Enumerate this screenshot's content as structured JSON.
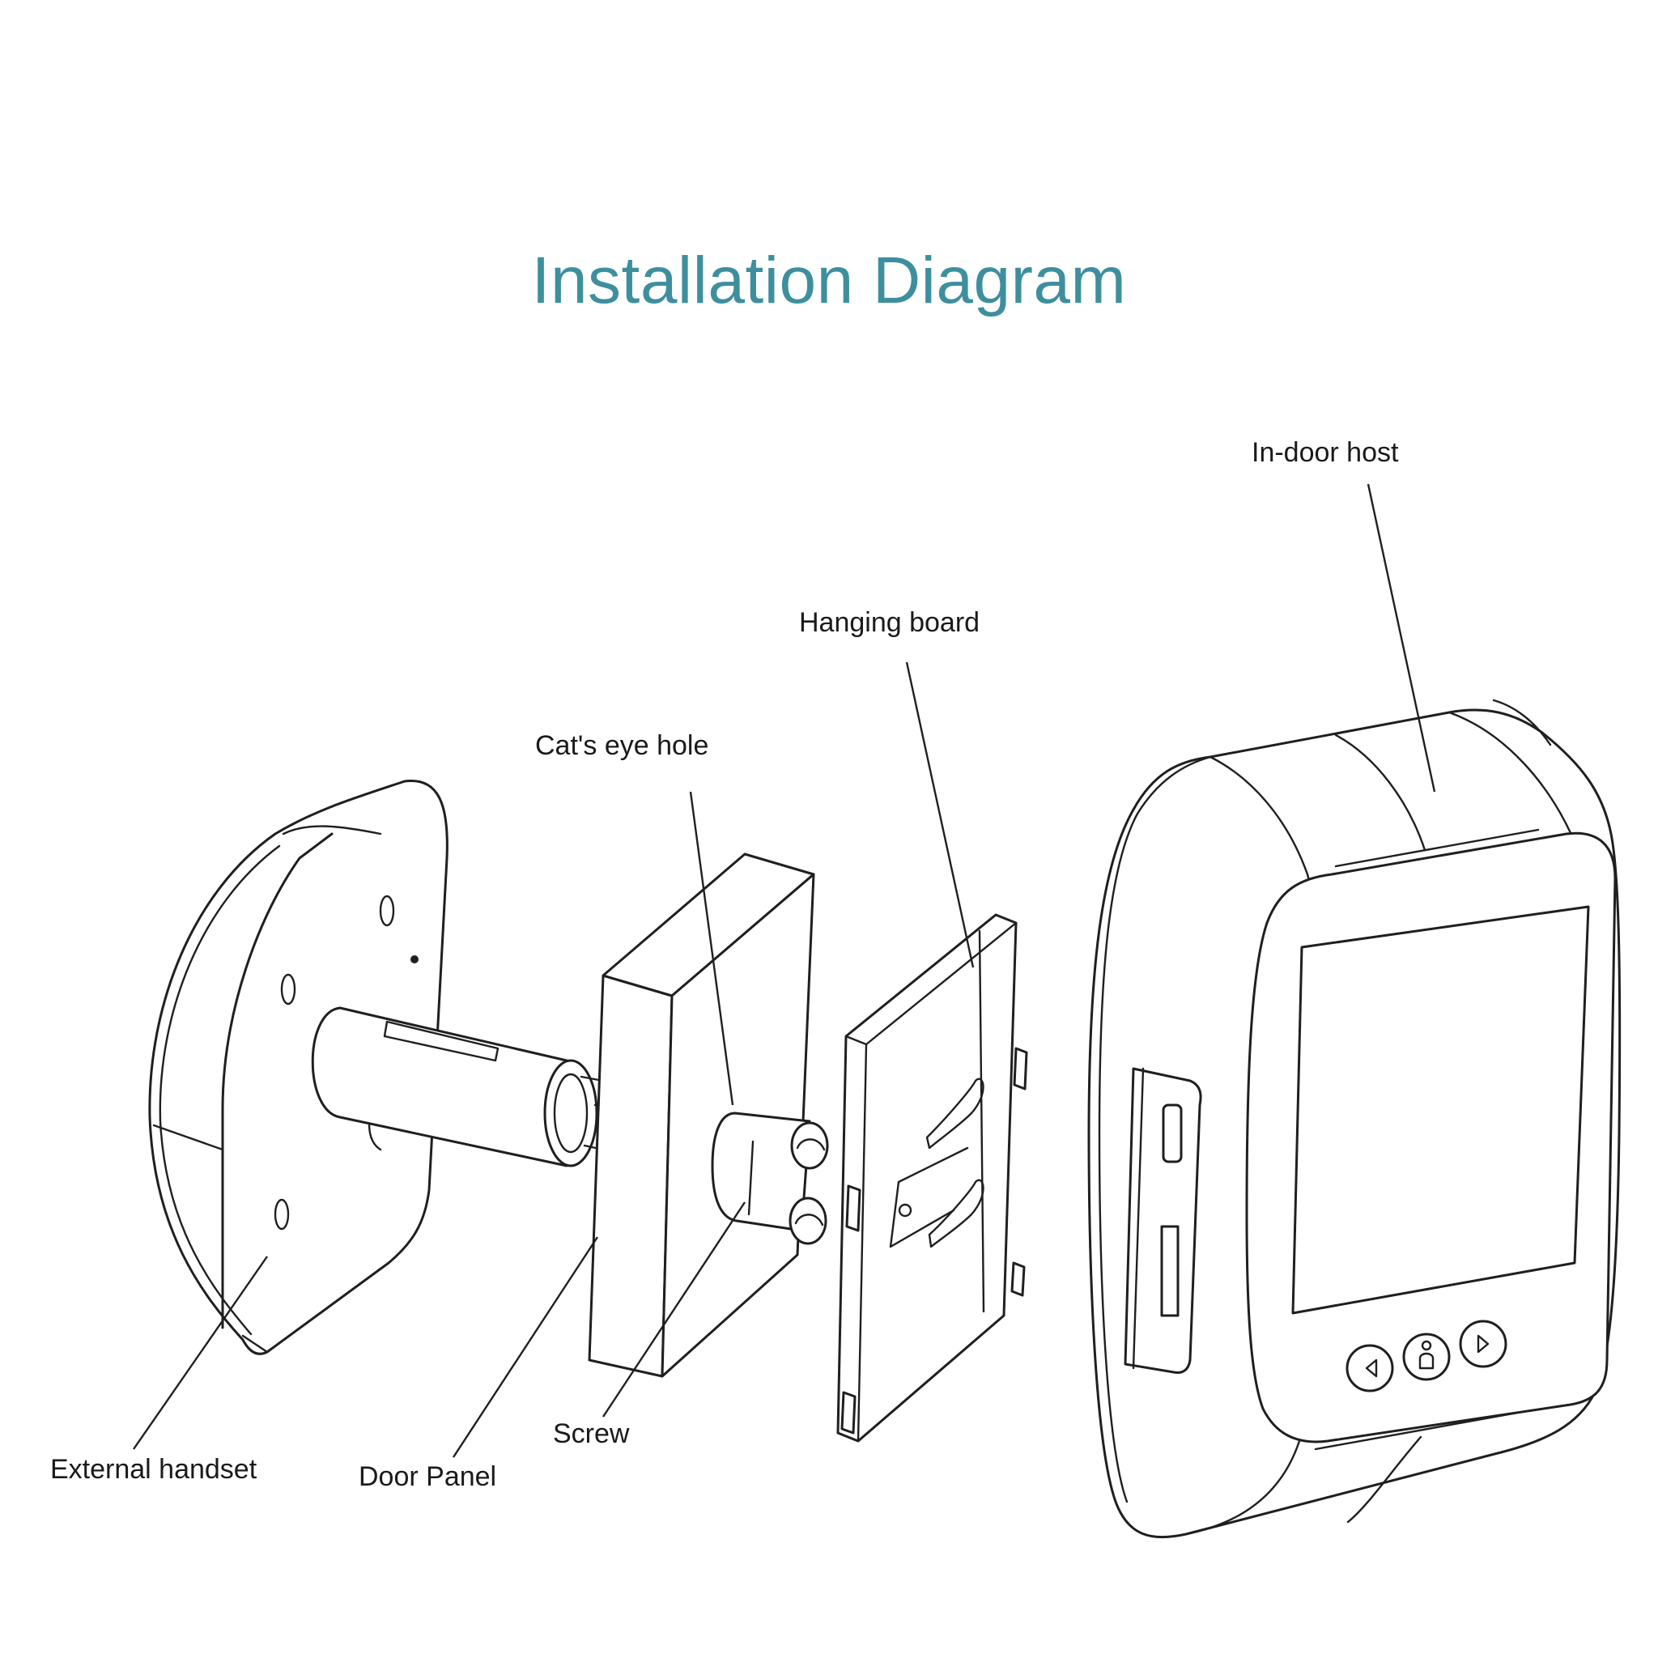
{
  "title": "Installation Diagram",
  "colors": {
    "title": "#3e8f9e",
    "stroke": "#1f1f1f",
    "background": "#ffffff"
  },
  "labels": {
    "in_door_host": "In-door host",
    "hanging_board": "Hanging board",
    "cats_eye_hole": "Cat's eye hole",
    "screw": "Screw",
    "external_handset": "External handset",
    "door_panel": "Door Panel"
  }
}
